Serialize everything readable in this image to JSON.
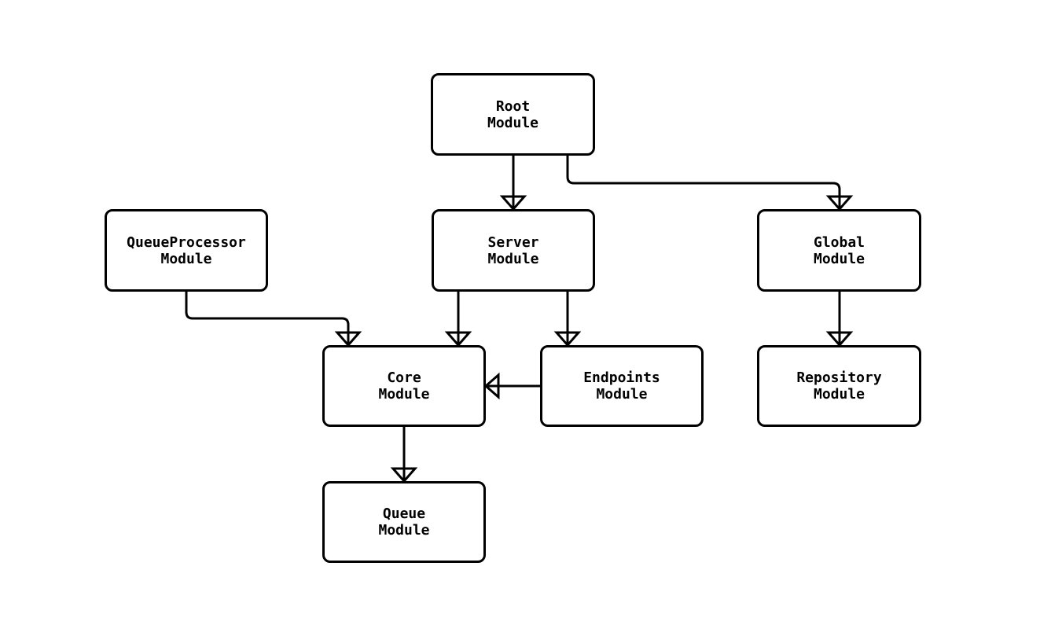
{
  "diagram": {
    "type": "flowchart-top-down",
    "nodes": {
      "root": {
        "label": "Root\nModule"
      },
      "queue_processor": {
        "label": "QueueProcessor\nModule"
      },
      "server": {
        "label": "Server\nModule"
      },
      "global": {
        "label": "Global\nModule"
      },
      "core": {
        "label": "Core\nModule"
      },
      "endpoints": {
        "label": "Endpoints\nModule"
      },
      "repository": {
        "label": "Repository\nModule"
      },
      "queue": {
        "label": "Queue\nModule"
      }
    },
    "edges": [
      {
        "from": "Root Module",
        "to": "Server Module"
      },
      {
        "from": "Root Module",
        "to": "Global Module"
      },
      {
        "from": "QueueProcessor Module",
        "to": "Core Module"
      },
      {
        "from": "Server Module",
        "to": "Core Module"
      },
      {
        "from": "Server Module",
        "to": "Endpoints Module"
      },
      {
        "from": "Endpoints Module",
        "to": "Core Module"
      },
      {
        "from": "Global Module",
        "to": "Repository Module"
      },
      {
        "from": "Core Module",
        "to": "Queue Module"
      }
    ],
    "colors": {
      "background": "#ffffff",
      "node_fill": "#ffffff",
      "node_stroke": "#000000",
      "edge_stroke": "#000000",
      "text": "#000000"
    }
  }
}
